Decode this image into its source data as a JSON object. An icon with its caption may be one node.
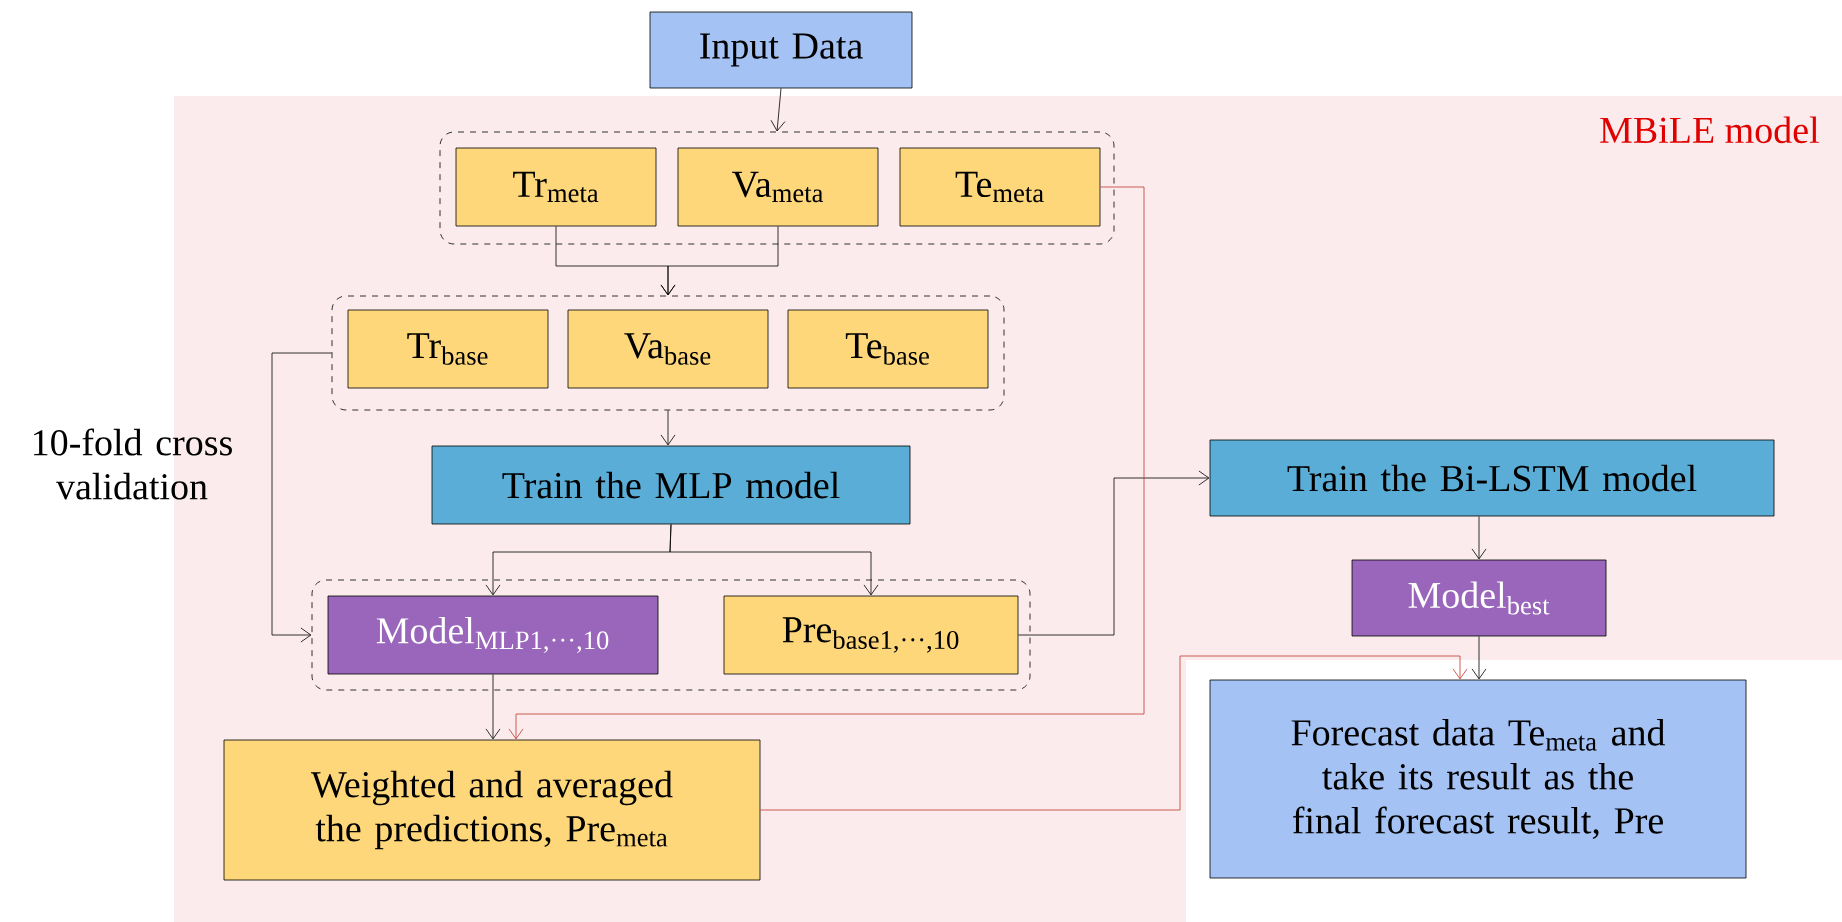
{
  "diagram": {
    "nodes": [
      {
        "text": [
          "MBiLE model"
        ]
      },
      {
        "text": [
          "Input Data"
        ]
      },
      {
        "text": [],
        "shape": "box",
        "in": 0
      },
      {
        "text": [
          "Tr$_{meta}$"
        ],
        "in": 2
      },
      {
        "text": [
          "Va$_{meta}$"
        ],
        "in": 2
      },
      {
        "text": [
          "Te$_{meta}$"
        ],
        "in": 2
      },
      {
        "text": [],
        "shape": "box",
        "in": 0
      },
      {
        "text": [
          "Tr$_{base}$"
        ],
        "in": 6
      },
      {
        "text": [
          "Va$_{base}$"
        ],
        "in": 6
      },
      {
        "text": [
          "Te$_{base}$"
        ],
        "in": 6
      },
      {
        "text": [
          "Train the MLP model"
        ],
        "in": 0
      },
      {
        "text": [],
        "shape": "box",
        "in": 0
      },
      {
        "text": [
          "Model$_{MLP1,···,10}$"
        ],
        "in": 11
      },
      {
        "text": [
          "Pre$_{base1,···,10}$"
        ],
        "in": 11
      },
      {
        "text": [
          "Weighted and averaged the predictions, Pre$_{meta}$"
        ],
        "in": 0
      },
      {
        "text": [
          "Train the Bi-LSTM model"
        ],
        "in": 0
      },
      {
        "text": [
          "Model$_{best}$"
        ],
        "in": 0
      },
      {
        "text": [
          "Forecast data Te$_{meta}$ and take its result as the final forecast result, Pre"
        ]
      }
    ],
    "edges": [
      {
        "from": 1,
        "to": 2,
        "arrow": "to"
      },
      {
        "from": 3,
        "to": 6,
        "arrow": "to"
      },
      {
        "from": 4,
        "to": 6,
        "arrow": "to"
      },
      {
        "from": 6,
        "to": 10,
        "arrow": "to"
      },
      {
        "from": 10,
        "to": 12,
        "arrow": "to"
      },
      {
        "from": 10,
        "to": 13,
        "arrow": "to"
      },
      {
        "from": 6,
        "to": 11,
        "arrow": "to",
        "label": "10-fold cross validation"
      },
      {
        "from": 13,
        "to": 15,
        "arrow": "to"
      },
      {
        "from": 15,
        "to": 16,
        "arrow": "to"
      },
      {
        "from": 12,
        "to": 14,
        "arrow": "to"
      },
      {
        "from": 5,
        "to": 14,
        "arrow": "to",
        "color": "#c0392b"
      },
      {
        "from": 14,
        "to": 17,
        "arrow": "to",
        "color": "#c0392b"
      },
      {
        "from": 16,
        "to": 17,
        "arrow": "to"
      }
    ]
  }
}
